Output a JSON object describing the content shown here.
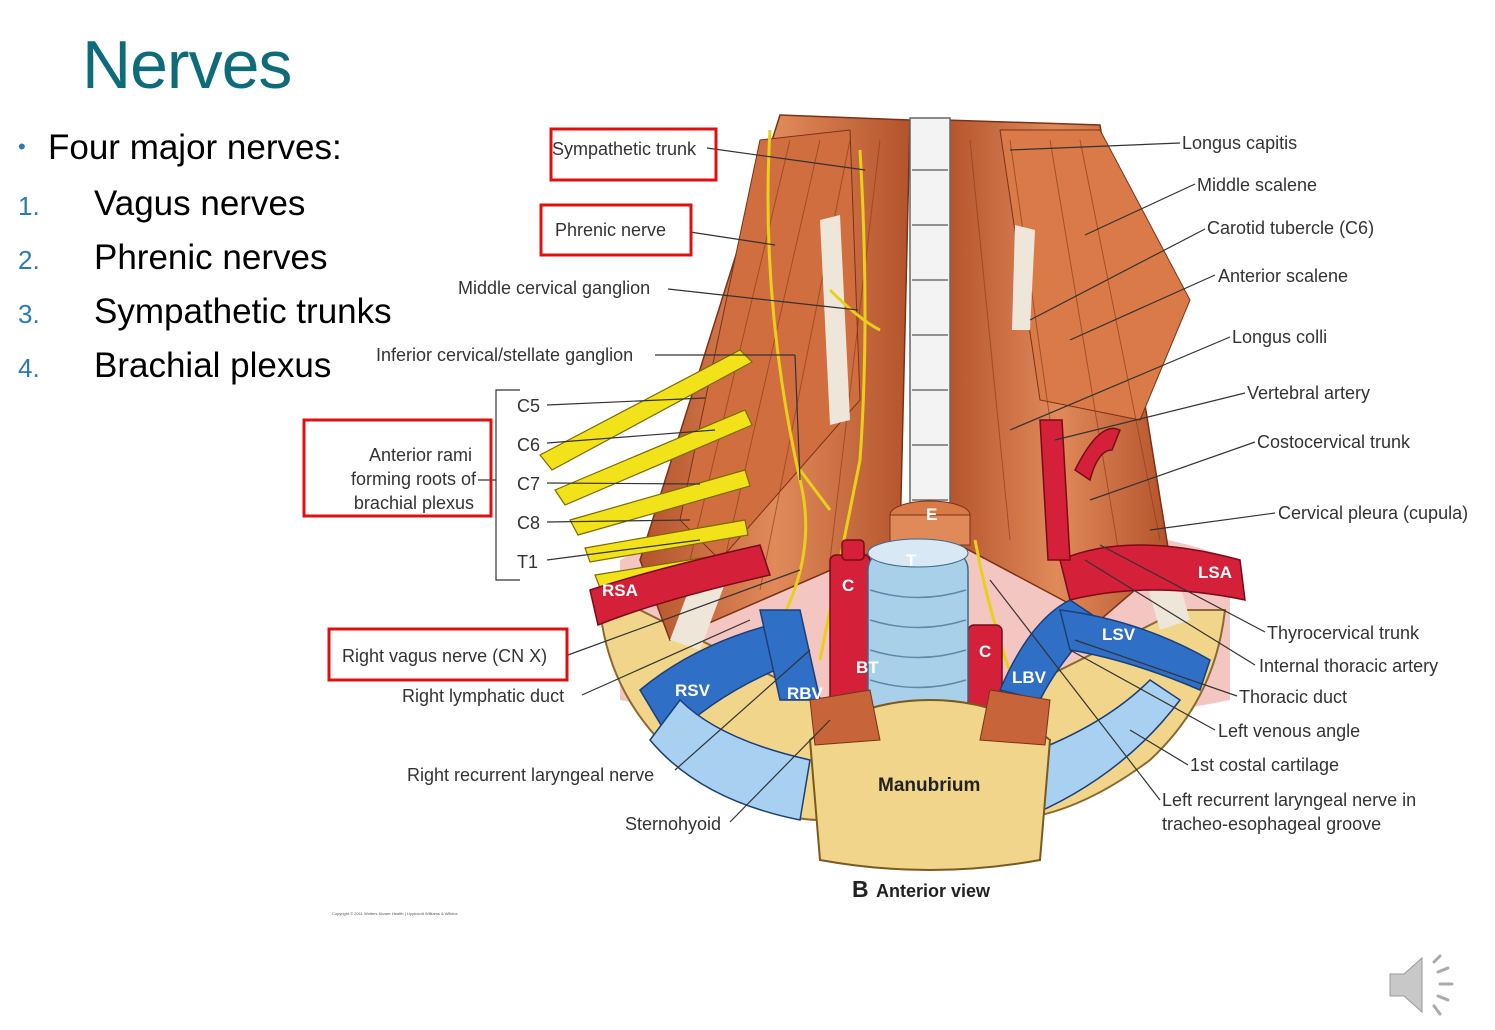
{
  "slide": {
    "title": "Nerves",
    "intro_bullet": "Four major nerves:",
    "items": [
      {
        "num": "1.",
        "text": "Vagus nerves"
      },
      {
        "num": "2.",
        "text": "Phrenic nerves"
      },
      {
        "num": "3.",
        "text": "Sympathetic trunks"
      },
      {
        "num": "4.",
        "text": "Brachial plexus"
      }
    ]
  },
  "diagram": {
    "left_labels": {
      "sympathetic_trunk": "Sympathetic trunk",
      "phrenic_nerve": "Phrenic nerve",
      "middle_cervical_ganglion": "Middle cervical ganglion",
      "inferior_ganglion": "Inferior cervical/stellate ganglion",
      "c5": "C5",
      "c6": "C6",
      "c7": "C7",
      "c8": "C8",
      "t1": "T1",
      "anterior_rami_1": "Anterior rami",
      "anterior_rami_2": "forming roots of",
      "anterior_rami_3": "brachial plexus",
      "right_vagus": "Right vagus nerve (CN X)",
      "right_lymphatic_duct": "Right lymphatic duct",
      "right_recurrent_laryngeal": "Right recurrent laryngeal nerve",
      "sternohyoid": "Sternohyoid"
    },
    "right_labels": {
      "longus_capitis": "Longus capitis",
      "middle_scalene": "Middle scalene",
      "carotid_tubercle": "Carotid tubercle (C6)",
      "anterior_scalene": "Anterior scalene",
      "longus_colli": "Longus colli",
      "vertebral_artery": "Vertebral artery",
      "costocervical_trunk": "Costocervical trunk",
      "cervical_pleura": "Cervical pleura (cupula)",
      "thyrocervical_trunk": "Thyrocervical trunk",
      "internal_thoracic": "Internal thoracic artery",
      "thoracic_duct": "Thoracic duct",
      "left_venous_angle": "Left venous angle",
      "first_costal_cartilage": "1st costal cartilage",
      "left_recurrent_1": "Left recurrent laryngeal nerve in",
      "left_recurrent_2": "tracheo-esophageal groove"
    },
    "structure_abbrevs": {
      "rsa": "RSA",
      "lsa": "LSA",
      "rsv": "RSV",
      "rbv": "RBV",
      "lbv": "LBV",
      "lsv": "LSV",
      "bt": "BT",
      "c_right": "C",
      "c_left": "C",
      "e": "E",
      "t": "T"
    },
    "manubrium": "Manubrium",
    "view_letter": "B",
    "view_text": "Anterior view",
    "copyright": "Copyright © 2011 Wolters Kluwer Health | Lippincott Williams & Wilkins",
    "colors": {
      "title": "#0e6b7a",
      "muscle": "#c8643a",
      "nerve": "#f2e21a",
      "artery": "#d42038",
      "vein": "#2f6fc6",
      "bone": "#f1d58a",
      "highlight": "#e01010"
    }
  },
  "audio_icon": "speaker-icon"
}
